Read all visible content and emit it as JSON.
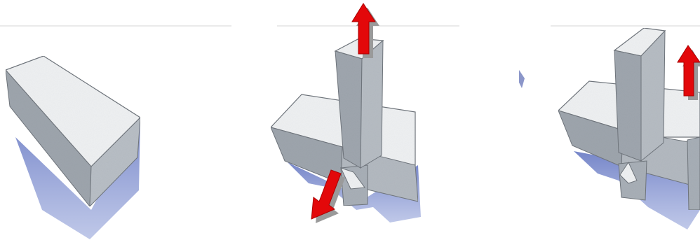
{
  "figure": {
    "panels": [
      {
        "id": "panel-1",
        "step": 1,
        "arrows": []
      },
      {
        "id": "panel-2",
        "step": 2,
        "arrows": [
          "up",
          "down-left"
        ]
      },
      {
        "id": "panel-3",
        "step": 3,
        "arrows": [
          "up"
        ]
      }
    ],
    "colors": {
      "background": "#ffffff",
      "top_face": "#eef0f2",
      "left_face": "#9fa6ae",
      "right_face": "#b9bfc6",
      "shadow": "#6d7fc4",
      "arrow": "#e3080a",
      "arrow_shadow": "#9a9a9a",
      "horizon": "#d5d5d5"
    }
  }
}
